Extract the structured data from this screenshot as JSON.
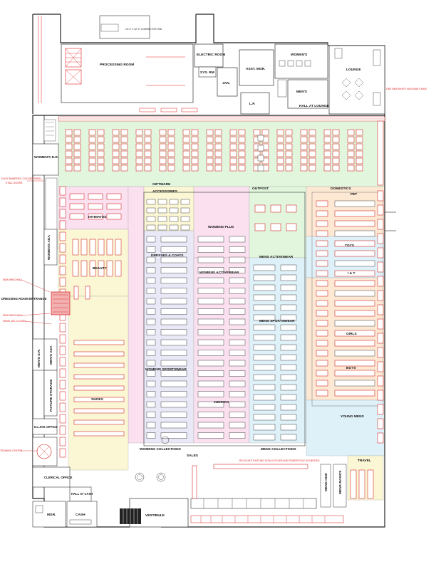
{
  "labels": {
    "compactor": "10'-0\" x 42'-0\" COMPACTOR PAD",
    "processing": "PROCESSING ROOM",
    "electric": "ELECTRIC ROOM",
    "sys": "SYS. RM",
    "jan": "JAN.",
    "asst_mgr": "ASST. MGR.",
    "womens_rr": "WOMEN'S",
    "mens_rr": "MEN'S",
    "lounge": "LOUNGE",
    "lp": "L.P.",
    "hall_lounge": "HALL AT LOUNGE",
    "womens_dr": "WOMEN'S D.R.",
    "giftware": "GIFTWARE",
    "accessories": "ACCESSORIES",
    "outpost": "OUTPOST",
    "domestics": "DOMESTICS",
    "pet": "PET",
    "intimates": "INTIMATES",
    "womens_plus": "WOMENS PLUS",
    "toys": "TOYS",
    "dresses_coats": "DRESSES & COATS",
    "mens_activewear": "MENS ACTIVEWEAR",
    "beauty": "BEAUTY",
    "womens_activewear": "WOMENS ACTIVEWEAR",
    "it": "I & T",
    "womens_ada": "WOMEN'S ADA",
    "dressing_room": "DRESSING ROOM ENTRANCE",
    "mens_sportswear": "MENS SPORTSWEAR",
    "girls": "GIRLS",
    "mens_dr": "MEN'S D.R.",
    "mens_ada": "MEN'S ADA",
    "boys": "BOYS",
    "womens_sportswear": "WOMENS SPORTSWEAR",
    "shoes": "SHOES",
    "juniors": "JUNIORS",
    "young_mens": "YOUNG MENS",
    "fixture_storage": "FIXTURE STORAGE",
    "dlpm": "D.L.P.M. OFFICE",
    "womens_collections": "WOMENS COLLECTIONS",
    "mens_collections": "MENS COLLECTIONS",
    "sales": "SALES",
    "travel": "TRAVEL",
    "clerical": "CLERICAL OFFICE",
    "hall_cash": "HALL AT CASH",
    "cash": "CASH",
    "mgr": "MGR.",
    "vestibule": "VESTIBULE",
    "mens_hub": "MENS HUB",
    "mens_basics": "MENS BASICS"
  },
  "annotations": {
    "new_chair": "ONE NEW WHITE HIGH BAR CHAIR",
    "dock_bumpers": "DOCK BUMPERS / DOCKER PANEL",
    "stall_doors": "STALL DOORS",
    "new_wing_wall_1": "NEW WING WALL",
    "new_wing_wall_2": "NEW WING WALL",
    "demo_closet": "DEMO VAC CLOSET",
    "training_center": "TRAINING CENTER",
    "relocate_cooler": "RELOCATE EXISTING SODA COOLER AND POWER POLE AS NEEDED"
  },
  "colors": {
    "green_zone": "#e2f6dd",
    "pink_zone": "#fbe0ef",
    "yellow_zone": "#fbf6d4",
    "blue_zone": "#dff1f8",
    "orange_zone": "#fde8d4",
    "fixture_red": "#d01818",
    "annotation_red": "#e02020"
  }
}
